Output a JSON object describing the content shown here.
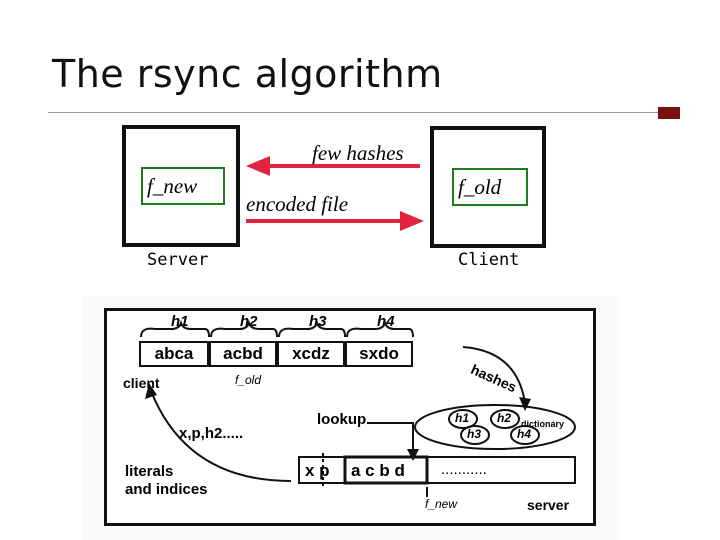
{
  "title": "The rsync algorithm",
  "top_diagram": {
    "left_file": "f_new",
    "right_file": "f_old",
    "arrow_left_label": "few hashes",
    "arrow_right_label": "encoded file",
    "left_caption": "Server",
    "right_caption": "Client"
  },
  "scan_diagram": {
    "hash_labels": [
      "h1",
      "h2",
      "h3",
      "h4"
    ],
    "blocks": [
      "abca",
      "acbd",
      "xcdz",
      "sxdo"
    ],
    "client_label": "client",
    "fold_label": "f_old",
    "hashes_label": "hashes",
    "lookup_label": "lookup",
    "dictionary_label": "dictionary",
    "dictionary_items": [
      "h1",
      "h2",
      "h3",
      "h4"
    ],
    "xph_label": "x,p,h2.....",
    "literals_label": "literals",
    "indices_label": "and indices",
    "stream_literals": "x p",
    "stream_block": "a c b d",
    "stream_dots": "...........",
    "fnew_label": "f_new",
    "server_label": "server"
  },
  "colors": {
    "arrow": "#e3223c",
    "outer_box": "#111111",
    "inner_box": "#1d7d1d",
    "accent": "#7a0f12"
  }
}
